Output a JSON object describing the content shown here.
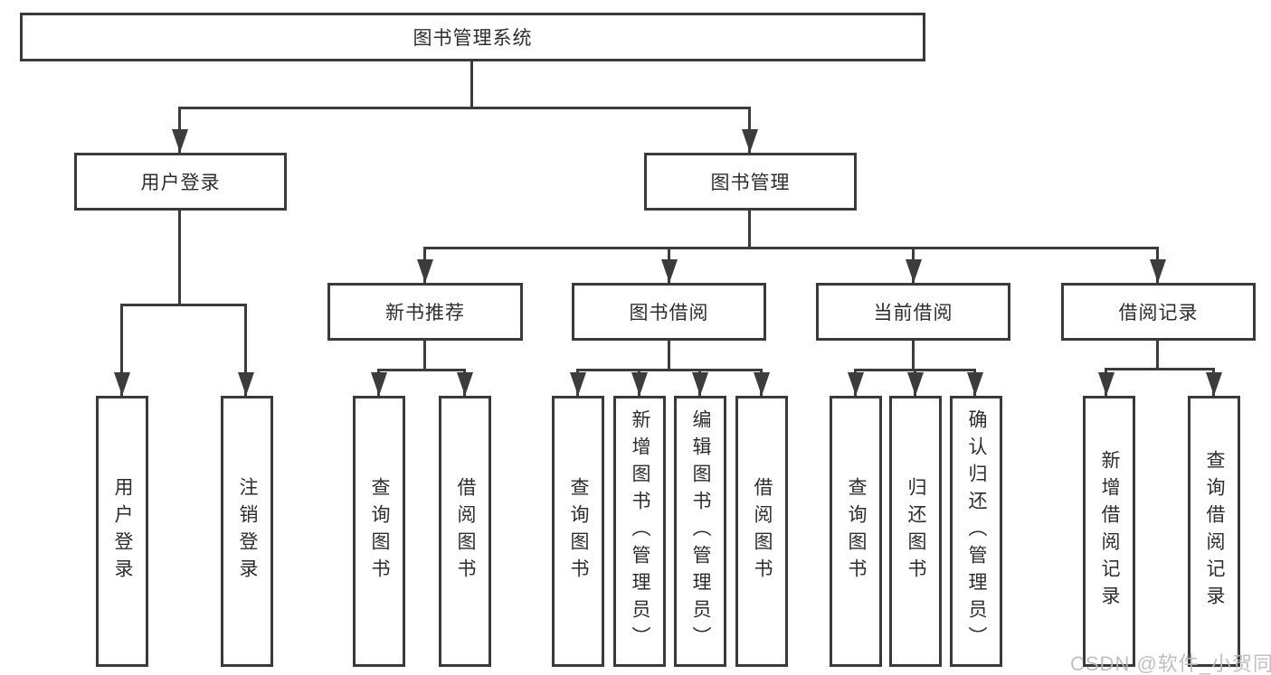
{
  "diagram": {
    "root": {
      "label": "图书管理系统"
    },
    "user_login": {
      "label": "用户登录",
      "children": {
        "login": "用户登录",
        "logout": "注销登录"
      }
    },
    "book_mgmt": {
      "label": "图书管理"
    },
    "new_books": {
      "label": "新书推荐",
      "children": {
        "query": "查询图书",
        "borrow": "借阅图书"
      }
    },
    "book_borrow": {
      "label": "图书借阅",
      "children": {
        "query": "查询图书",
        "add": "新增图书（管理员）",
        "edit": "编辑图书（管理员）",
        "borrow": "借阅图书"
      }
    },
    "current_borrow": {
      "label": "当前借阅",
      "children": {
        "query": "查询图书",
        "return": "归还图书",
        "confirm": "确认归还（管理员）"
      }
    },
    "borrow_records": {
      "label": "借阅记录",
      "children": {
        "add": "新增借阅记录",
        "query": "查询借阅记录"
      }
    },
    "watermark": "CSDN @软件_小贺同学"
  }
}
